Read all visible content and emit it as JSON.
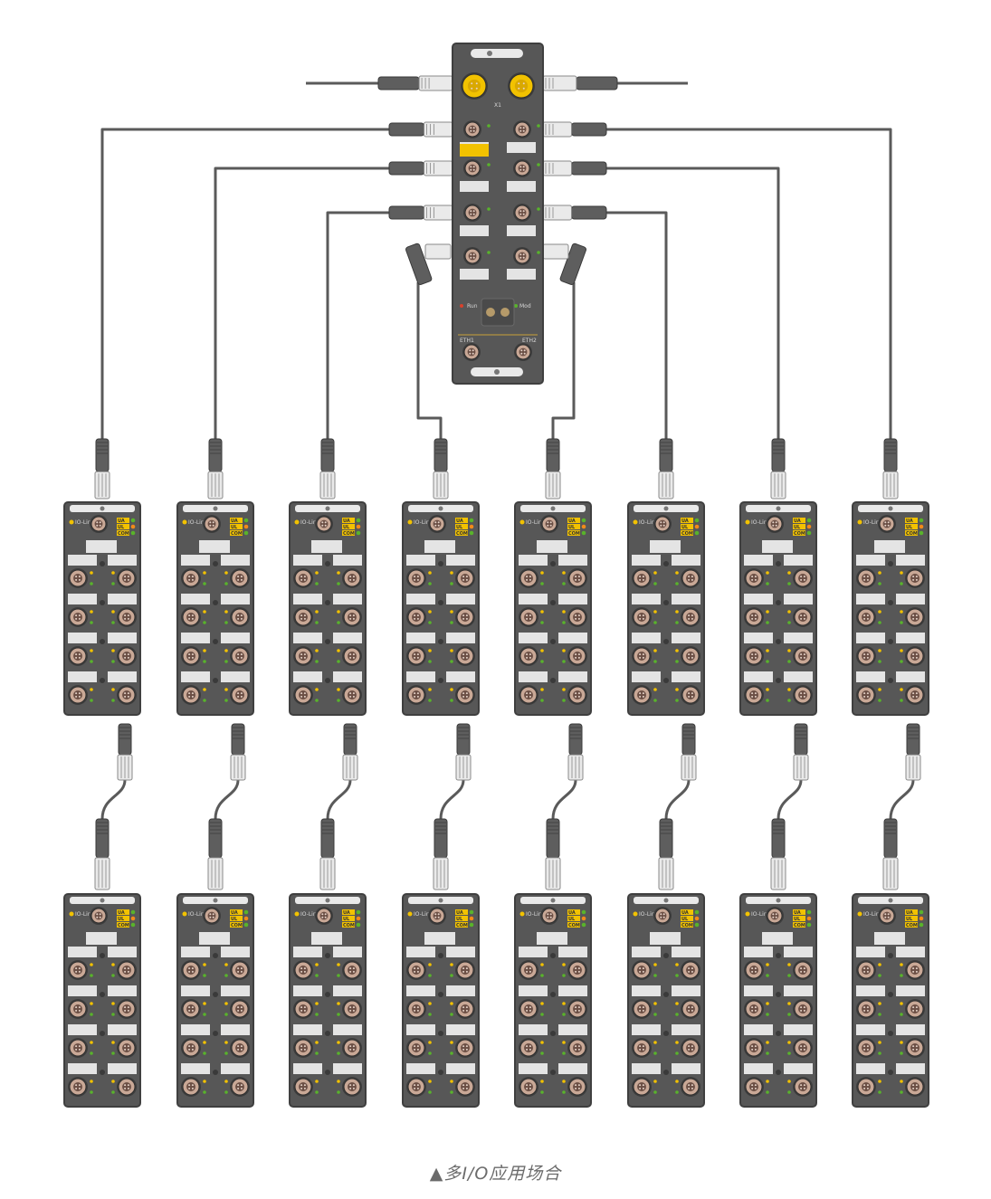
{
  "caption": "▲多I/O应用场合",
  "hub": {
    "name": "master-io-module",
    "labels": {
      "top_port": "X1",
      "bottom_left": "ETH1",
      "bottom_right": "ETH2",
      "left_indicator": "Run",
      "right_indicator": "Mod"
    }
  },
  "io_modules": {
    "columns": 8,
    "rows": 2,
    "brand_label": "IO-Link",
    "status_leds": [
      "UA",
      "UL",
      "COM"
    ]
  },
  "colors": {
    "module_body": "#575757",
    "module_border": "#3f3f3f",
    "cable": "#5a5a5a",
    "port_yellow": "#f2c200",
    "port_ring": "#c9a896",
    "label_white": "#e4e4e4",
    "led_green": "#59b32b",
    "led_orange": "#f28a1a",
    "caption": "#6b6b6b"
  }
}
